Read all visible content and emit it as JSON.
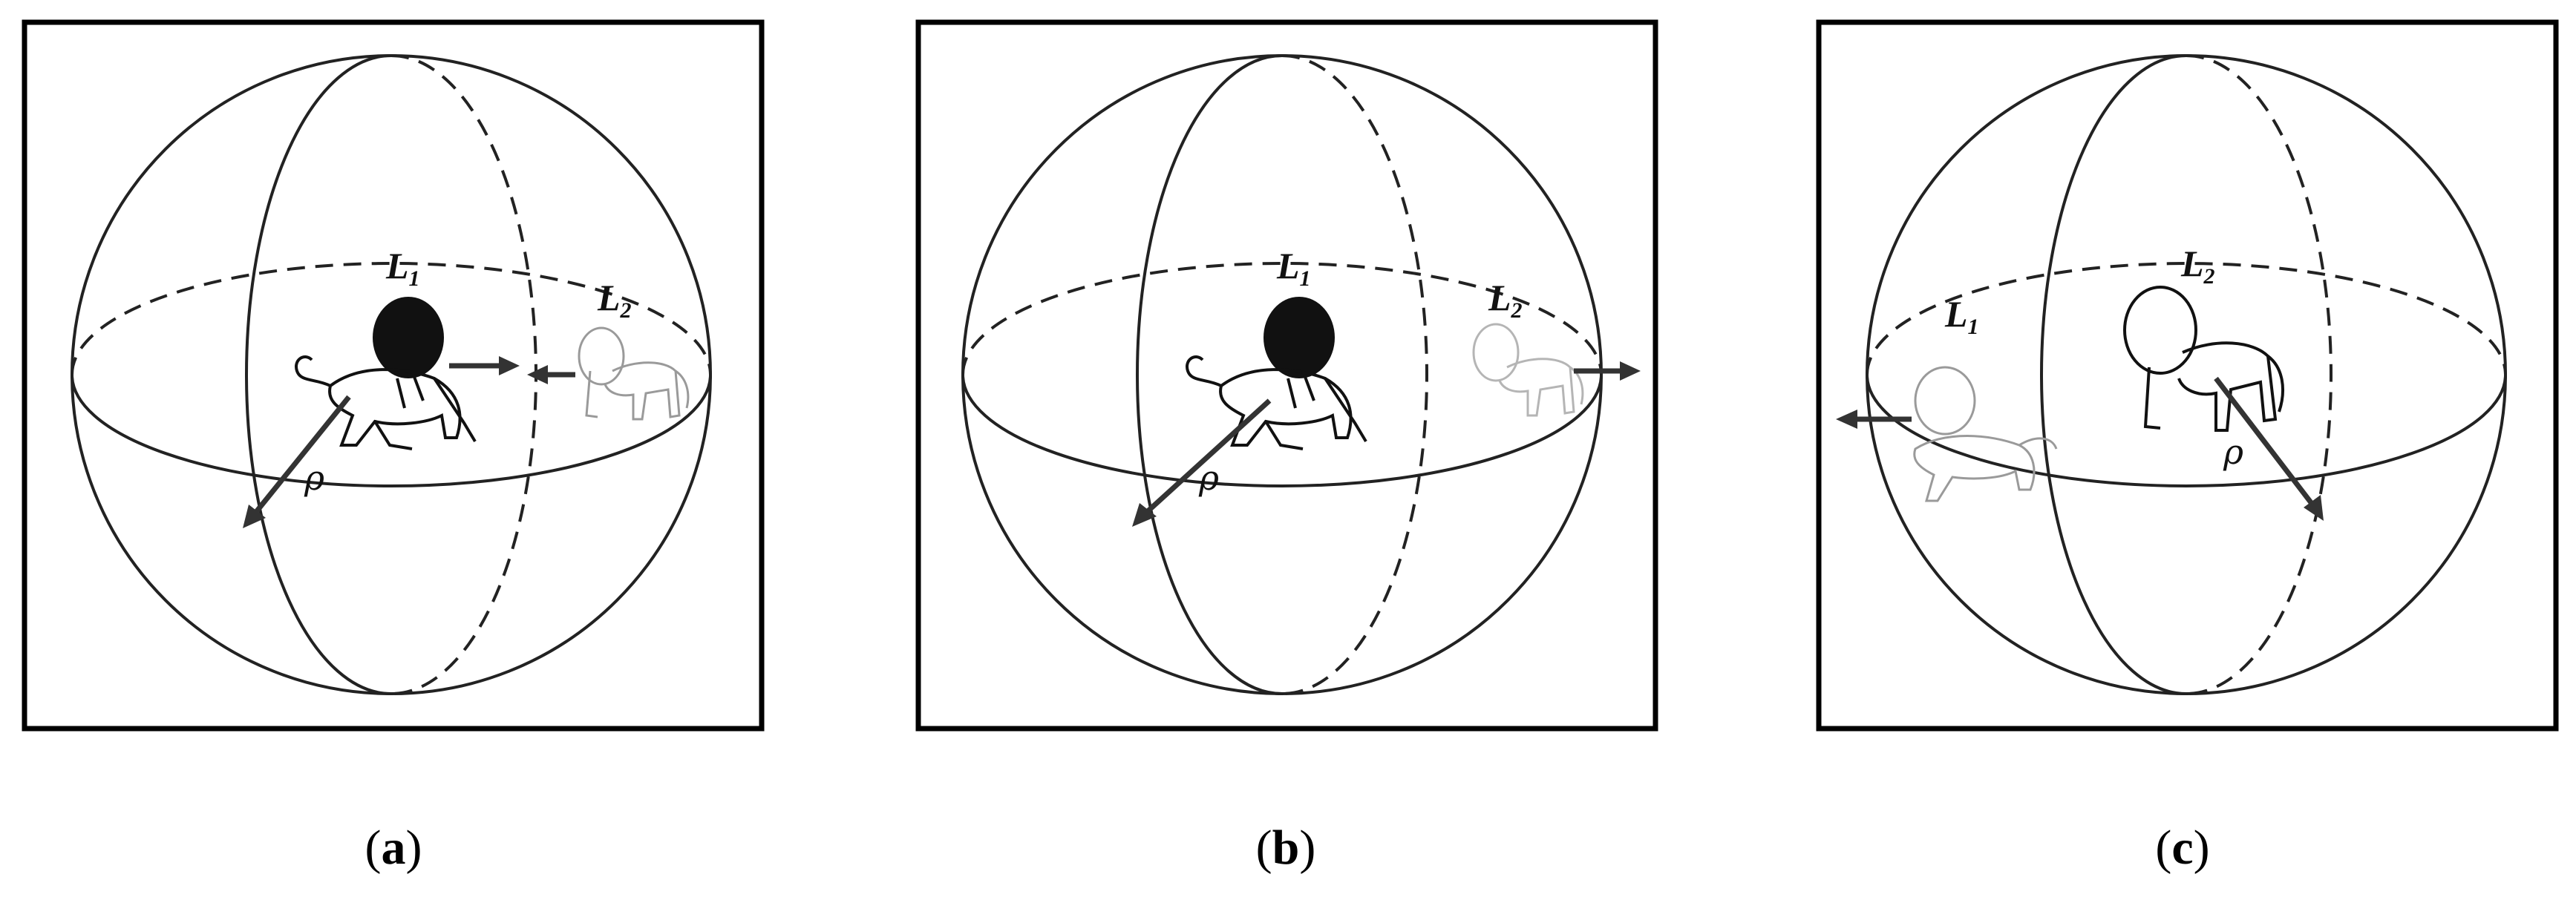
{
  "panels": [
    {
      "label_l1": "L",
      "sub_l1": "1",
      "label_l2": "L",
      "sub_l2": "2",
      "rho": "ρ",
      "caption_open": "(",
      "caption_letter": "a",
      "caption_close": ")"
    },
    {
      "label_l1": "L",
      "sub_l1": "1",
      "label_l2": "L",
      "sub_l2": "2",
      "rho": "ρ",
      "caption_open": "(",
      "caption_letter": "b",
      "caption_close": ")"
    },
    {
      "label_l1": "L",
      "sub_l1": "1",
      "label_l2": "L",
      "sub_l2": "2",
      "rho": "ρ",
      "caption_open": "(",
      "caption_letter": "c",
      "caption_close": ")"
    }
  ],
  "colors": {
    "line": "#222222",
    "arrow": "#333333",
    "lion_dark": "#111111",
    "lion_light": "#9a9a9a"
  },
  "icons": {
    "lion_dark": "lion-icon",
    "lion_light": "lion-outline-icon"
  }
}
